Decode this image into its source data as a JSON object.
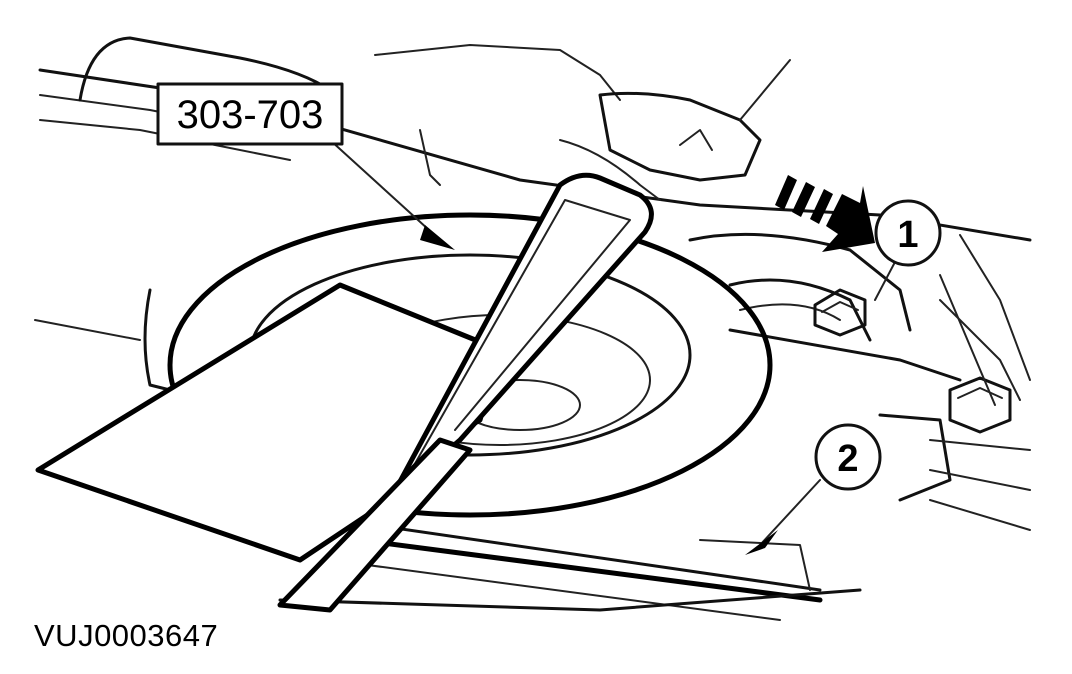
{
  "tool_label": "303-703",
  "callouts": [
    {
      "number": "1"
    },
    {
      "number": "2"
    }
  ],
  "figure_id": "VUJ0003647",
  "colors": {
    "ink": "#000000",
    "background": "#ffffff"
  }
}
